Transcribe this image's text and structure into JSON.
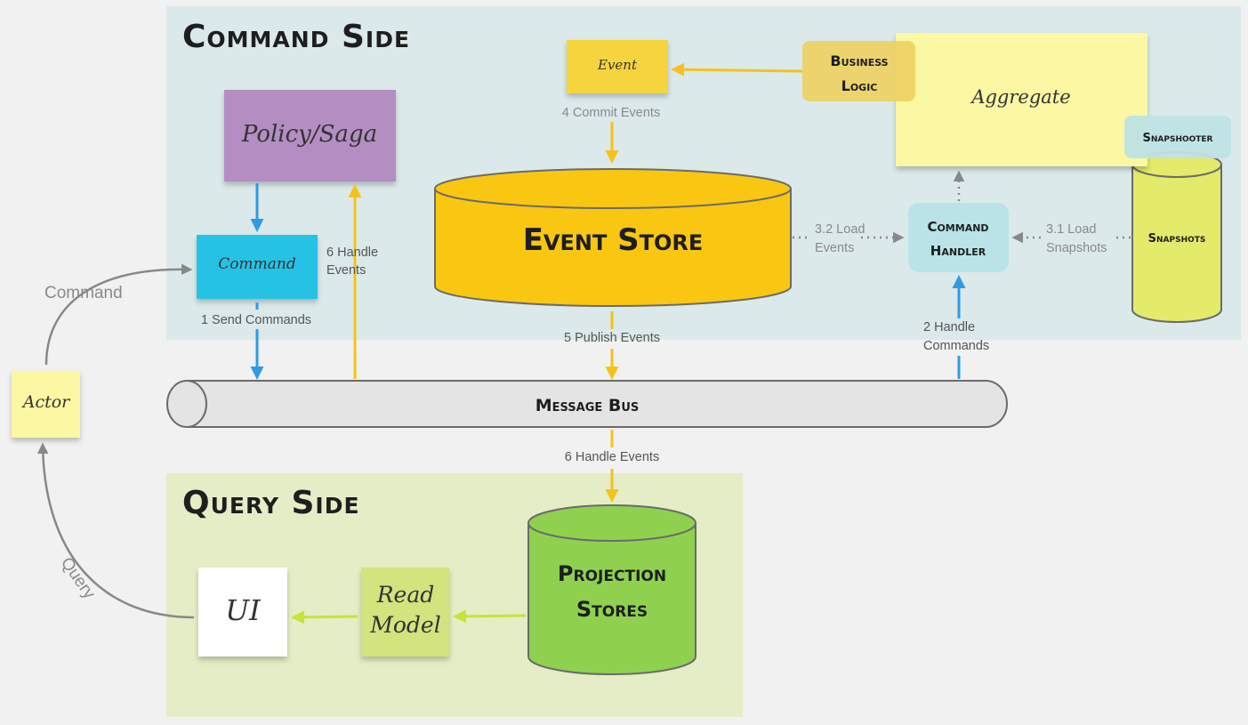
{
  "regions": {
    "command_side": "Command Side",
    "query_side": "Query Side"
  },
  "nodes": {
    "policy_saga": "Policy/Saga",
    "command": "Command",
    "event": "Event",
    "business_logic": [
      "Business",
      "Logic"
    ],
    "aggregate": "Aggregate",
    "snapshooter": "Snapshooter",
    "snapshots": "Snapshots",
    "event_store": "Event Store",
    "command_handler": [
      "Command",
      "Handler"
    ],
    "message_bus": "Message Bus",
    "actor": "Actor",
    "projection_stores": [
      "Projection",
      "Stores"
    ],
    "read_model": [
      "Read",
      "Model"
    ],
    "ui": "UI"
  },
  "edge_labels": {
    "send_commands": "1 Send Commands",
    "handle_events_policy": [
      "6 Handle",
      "Events"
    ],
    "commit_events": "4 Commit Events",
    "publish_events": "5 Publish Events",
    "load_events": [
      "3.2 Load",
      "Events"
    ],
    "load_snapshots": [
      "3.1 Load",
      "Snapshots"
    ],
    "handle_commands": [
      "2 Handle",
      "Commands"
    ],
    "handle_events_query": "6 Handle Events",
    "actor_command": "Command",
    "actor_query": "Query"
  },
  "colors": {
    "background": "#f1f1f1",
    "command_region": "#dbe9ea",
    "query_region": "#e4edc5",
    "event_store_fill": "#f9c612",
    "event_arrow": "#f5c21b",
    "command_arrow": "#2f9be5",
    "grey_arrow": "#888888",
    "green_arrow": "#c6e33a",
    "policy_saga": "#b48dc3",
    "command_note": "#27c2e6",
    "event_note": "#f6d43c",
    "business_logic_note": "#eed062",
    "aggregate_note": "#fbf7a3",
    "snapshooter_note": "#bfe3e5",
    "snapshots_cylinder": "#e4ea6a",
    "command_handler_note": "#b9e3e7",
    "message_bus": "#e4e4e4",
    "actor_note": "#fbf7a3",
    "projection_stores": "#8fd14f",
    "read_model_note": "#d3e37e",
    "ui_note": "#ffffff"
  }
}
